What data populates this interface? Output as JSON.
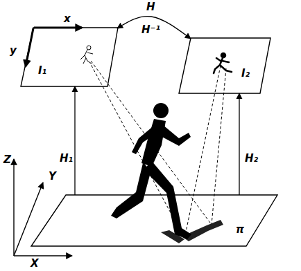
{
  "diagram": {
    "nodes": [
      {
        "text": [
          "I₁"
        ]
      },
      {
        "text": [
          "I₂"
        ]
      },
      {
        "text": [
          "π"
        ]
      }
    ],
    "edges": [
      {
        "from": 0,
        "to": 1,
        "label": "H",
        "arrow": "both"
      },
      {
        "from": 2,
        "to": 0,
        "label": "H₁",
        "arrow": "to"
      },
      {
        "from": 2,
        "to": 1,
        "label": "H₂",
        "arrow": "to"
      }
    ],
    "labels": [
      "x",
      "y",
      "H⁻¹",
      "Z",
      "Y",
      "X"
    ]
  }
}
